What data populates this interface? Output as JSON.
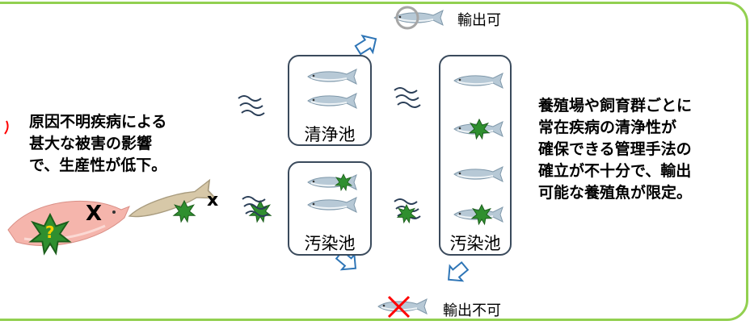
{
  "left_text": [
    "原因不明疾病による",
    "甚大な被害の影響",
    "で、生産性が低下。"
  ],
  "right_text": [
    "養殖場や飼育群ごとに",
    "常在疾病の清浄性が",
    "確保できる管理手法の",
    "確立が不十分で、輸出",
    "可能な養殖魚が限定。"
  ],
  "ponds": {
    "clean": "清浄池",
    "contaminated_1": "汚染池",
    "contaminated_2": "汚染池"
  },
  "outcomes": {
    "export_ok": "輸出可",
    "export_ng": "輸出不可"
  },
  "icons": {
    "unknown_pathogen": "?",
    "dead_mark": "X",
    "dead_mark_small": "x"
  },
  "colors": {
    "frame": "#92d050",
    "arrow": "#2e75b6",
    "pathogen": "#2f8f2f",
    "cross": "#ff0000"
  }
}
